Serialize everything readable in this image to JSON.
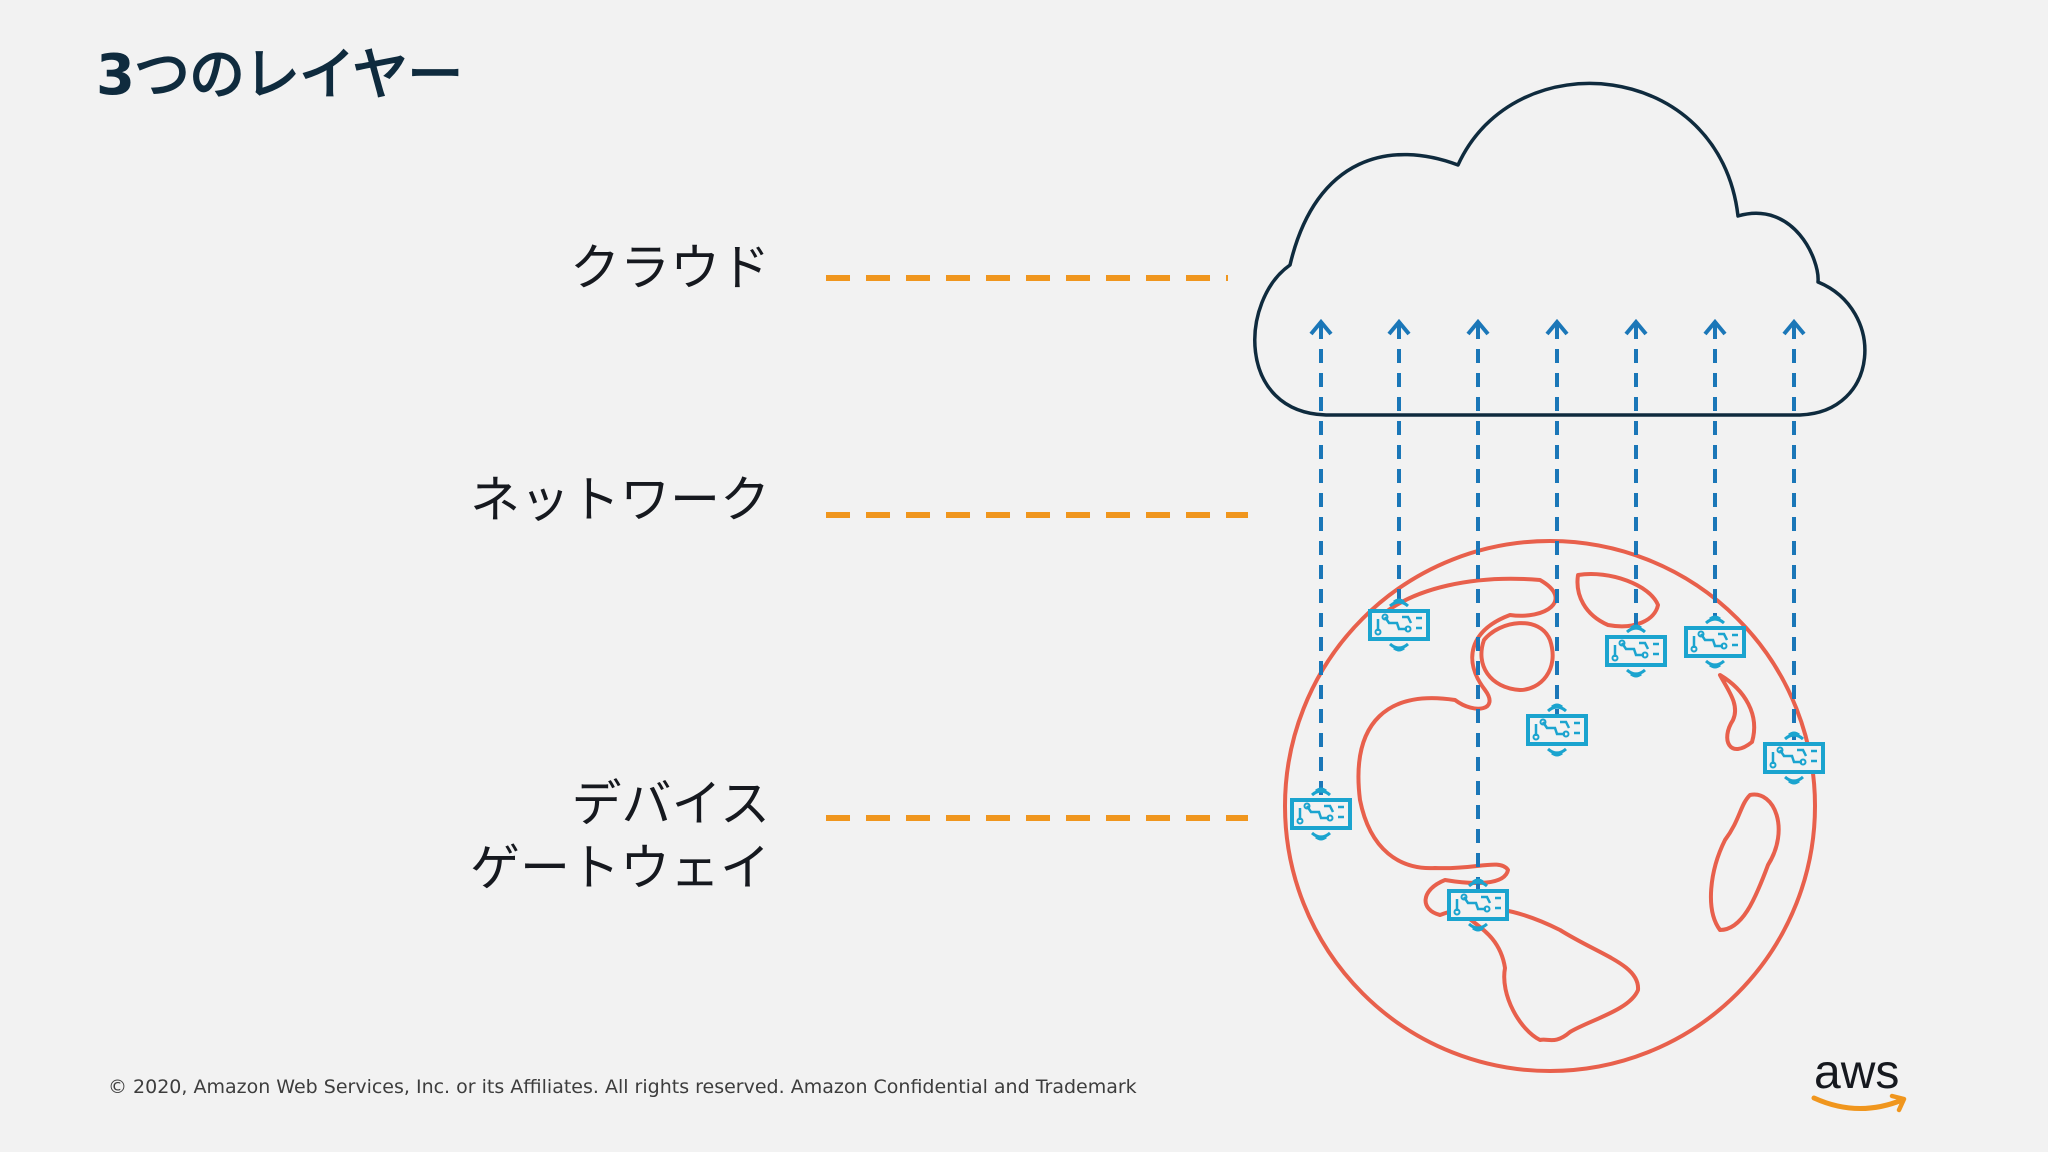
{
  "slide": {
    "title": "3つのレイヤー"
  },
  "layers": {
    "cloud": "クラウド",
    "network": "ネットワーク",
    "devices_line1": "デバイス",
    "devices_line2": "ゲートウェイ"
  },
  "footer": {
    "copyright": "© 2020, Amazon Web Services, Inc. or its Affiliates. All rights reserved. Amazon Confidential and Trademark"
  },
  "logo": {
    "text": "aws"
  },
  "colors": {
    "title": "#0f2b3e",
    "connector_dash": "#f0961e",
    "upload_arrow": "#1b77b8",
    "device_icon": "#1ba4cf",
    "globe": "#e8604c",
    "cloud_outline": "#0f2b3e",
    "aws_smile": "#f0961e"
  },
  "icons": {
    "cloud": "cloud-outline-icon",
    "globe": "globe-icon",
    "device": "iot-device-icon",
    "arrow": "up-arrow-icon"
  }
}
